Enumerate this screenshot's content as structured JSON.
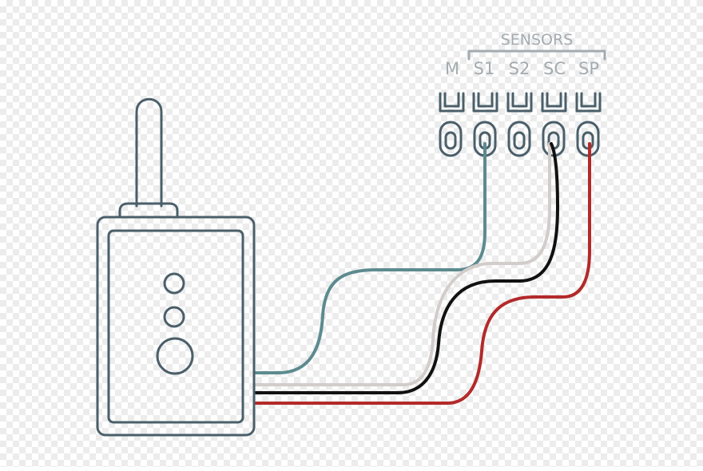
{
  "header": {
    "group_label": "SENSORS"
  },
  "terminals": [
    {
      "id": "M",
      "label": "M"
    },
    {
      "id": "S1",
      "label": "S1"
    },
    {
      "id": "S2",
      "label": "S2"
    },
    {
      "id": "SC",
      "label": "SC"
    },
    {
      "id": "SP",
      "label": "SP"
    }
  ],
  "colors": {
    "outline": "#4a5f6a",
    "label": "#a3abb0",
    "wire_teal": "#5c8b8f",
    "wire_gray": "#d2cccb",
    "wire_black": "#111111",
    "wire_red": "#b32a2a"
  },
  "icons": {
    "device": "transmitter-device-icon",
    "antenna": "antenna-icon"
  }
}
